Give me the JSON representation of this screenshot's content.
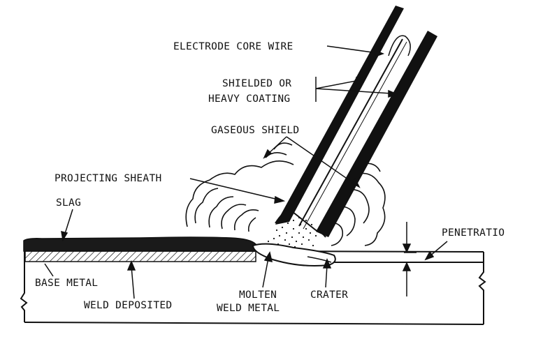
{
  "labels": {
    "electrode_core_wire": "ELECTRODE CORE WIRE",
    "shielded_or": "SHIELDED OR",
    "heavy_coating": "HEAVY COATING",
    "gaseous_shield": "GASEOUS SHIELD",
    "projecting_sheath": "PROJECTING SHEATH",
    "slag": "SLAG",
    "penetration": "PENETRATIO",
    "base_metal": "BASE METAL",
    "weld_deposited": "WELD DEPOSITED",
    "molten": "MOLTEN",
    "weld_metal": "WELD METAL",
    "crater": "CRATER"
  },
  "colors": {
    "ink": "#111111",
    "paper": "#ffffff"
  }
}
